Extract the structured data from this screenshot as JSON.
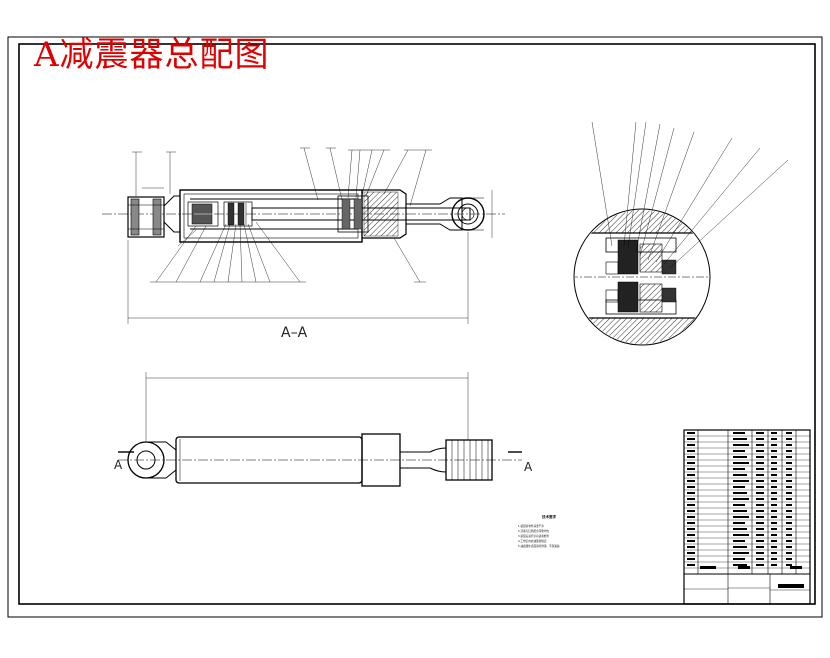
{
  "drawing": {
    "title": "A减震器总配图",
    "section_label": "A–A",
    "view_mark_left": "A",
    "view_mark_right": "A",
    "line_color": "#000000",
    "title_color": "#e00000"
  },
  "tech_notes": {
    "title": "技术要求",
    "lines": [
      "1.装配前零件清洗干净",
      "2.活塞与缸筒配合间隙均匀",
      "3.装配后进行示功试验检查",
      "4.工作缸内充油量按规定",
      "5.减震器外表面涂防锈漆，不得漏油"
    ]
  }
}
